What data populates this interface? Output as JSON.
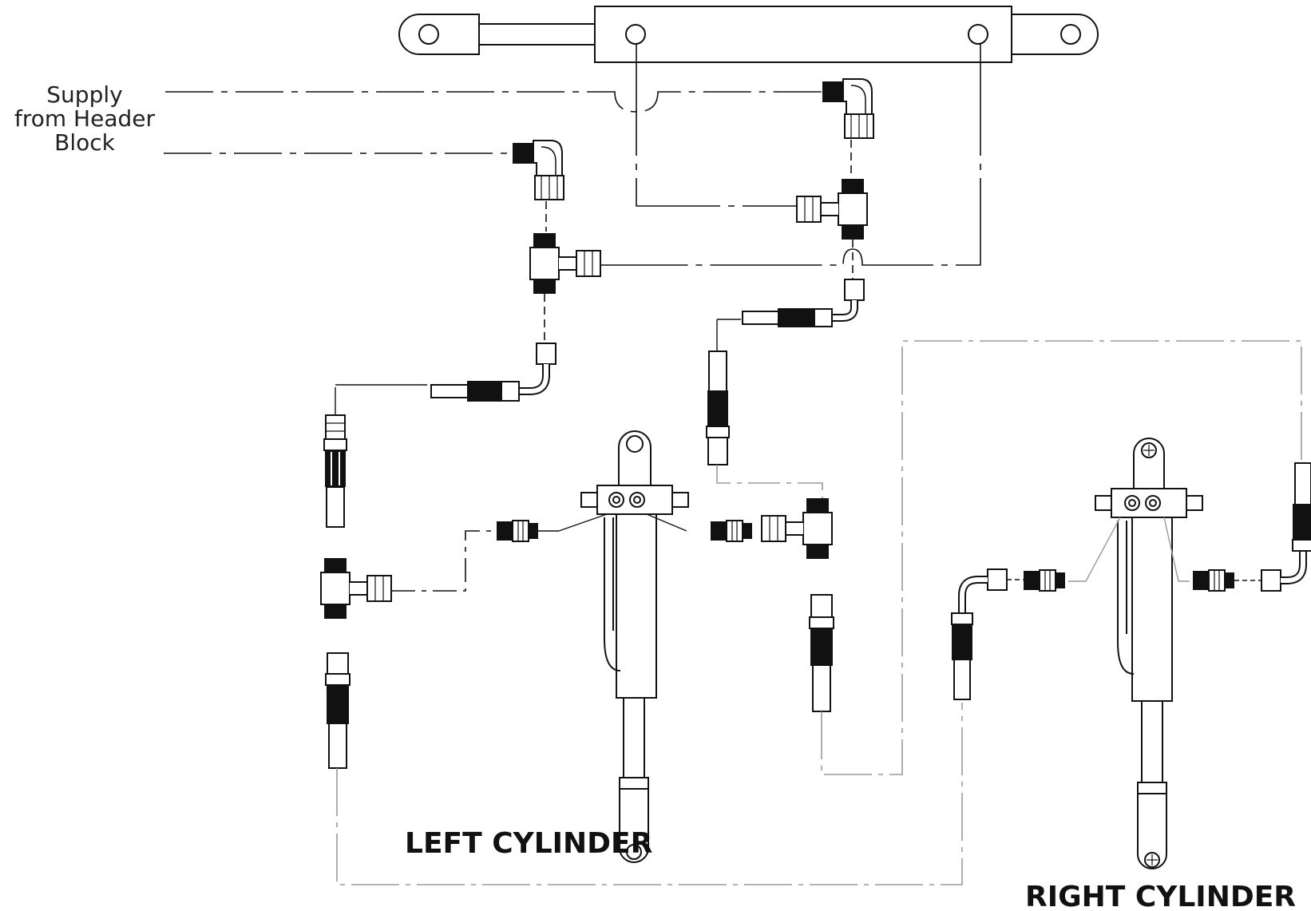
{
  "labels": {
    "supply_line1": "Supply",
    "supply_line2": "from Header",
    "supply_line3": "Block",
    "left_cylinder": "LEFT CYLINDER",
    "right_cylinder": "RIGHT CYLINDER"
  },
  "colors": {
    "line": "#111111",
    "hose_dark": "#1a1a1a",
    "hidden_line": "#9a9a9a"
  }
}
